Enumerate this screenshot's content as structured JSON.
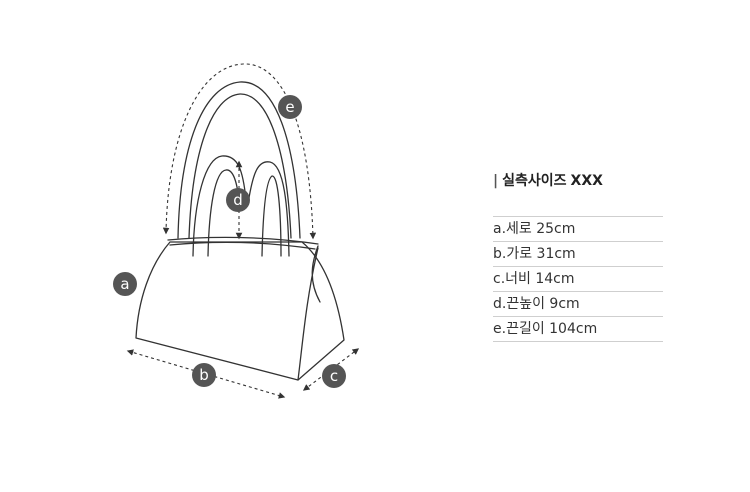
{
  "diagram": {
    "markers": [
      {
        "key": "a",
        "label": "a"
      },
      {
        "key": "b",
        "label": "b"
      },
      {
        "key": "c",
        "label": "c"
      },
      {
        "key": "d",
        "label": "d"
      },
      {
        "key": "e",
        "label": "e"
      }
    ],
    "colors": {
      "outline": "#333333",
      "marker_fill": "#555555",
      "marker_text": "#ffffff",
      "divider": "#cfcfcf"
    }
  },
  "size_panel": {
    "separator": "|",
    "title": "실측사이즈",
    "model": "XXX",
    "specs": [
      {
        "text": "a.세로 25cm"
      },
      {
        "text": "b.가로 31cm"
      },
      {
        "text": "c.너비 14cm"
      },
      {
        "text": "d.끈높이 9cm"
      },
      {
        "text": "e.끈길이 104cm"
      }
    ]
  }
}
